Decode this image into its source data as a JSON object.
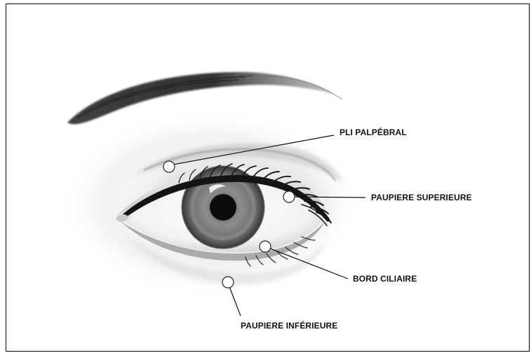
{
  "labels": {
    "pli_palpebral": "PLI PALPÉBRAL",
    "paupiere_superieure": "PAUPIERE SUPERIEURE",
    "bord_ciliaire": "BORD CILIAIRE",
    "paupiere_inferieure": "PAUPIERE INFÉRIEURE"
  },
  "colors": {
    "frame": "#000000",
    "label_text": "#111111",
    "leader_line": "#111111",
    "marker_fill": "#ffffff",
    "marker_stroke": "#222222",
    "iris": "#7a7a7a",
    "pupil": "#0c0c0c",
    "brow": "#2a2a2a"
  }
}
